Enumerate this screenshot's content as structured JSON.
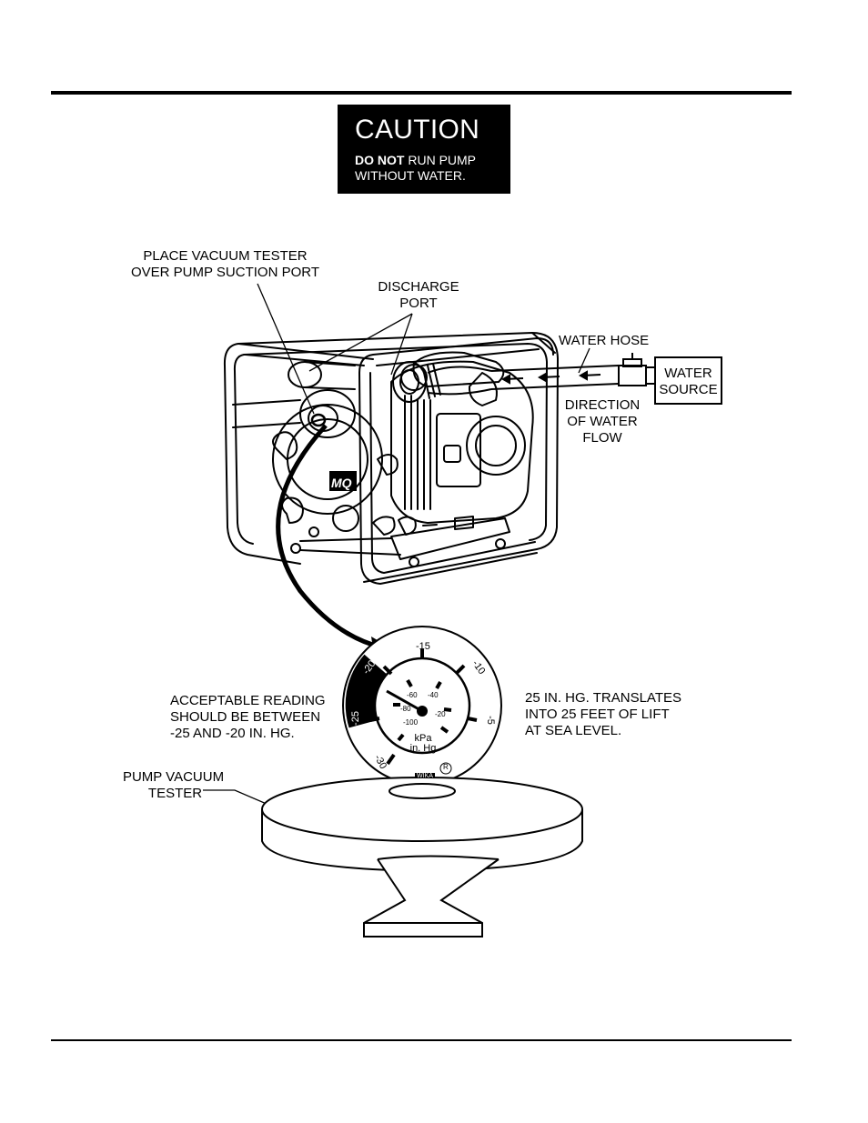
{
  "caution": {
    "title": "CAUTION",
    "bold": "DO NOT",
    "line1_rest": " RUN PUMP",
    "line2": "WITHOUT WATER."
  },
  "labels": {
    "vacuum_line1": "PLACE VACUUM TESTER",
    "vacuum_line2": "OVER PUMP SUCTION PORT",
    "discharge_line1": "DISCHARGE",
    "discharge_line2": "PORT",
    "water_hose": "WATER HOSE",
    "water_source_line1": "WATER",
    "water_source_line2": "SOURCE",
    "direction_line1": "DIRECTION",
    "direction_line2": "OF WATER",
    "direction_line3": "FLOW",
    "acceptable_line1": "ACCEPTABLE READING",
    "acceptable_line2": "SHOULD BE BETWEEN",
    "acceptable_line3": "-25 AND -20 IN. HG.",
    "lift_line1": "25 IN. HG. TRANSLATES",
    "lift_line2": "INTO 25 FEET OF LIFT",
    "lift_line3": "AT SEA LEVEL.",
    "tester_line1": "PUMP VACUUM",
    "tester_line2": "TESTER"
  },
  "gauge": {
    "outer_marks": [
      "-30",
      "-25",
      "-20",
      "-15",
      "-10",
      "-5"
    ],
    "inner_marks": [
      "-100",
      "-80",
      "-60",
      "-40",
      "-20"
    ],
    "unit_kpa": "kPa",
    "unit_inhg": "in. Hg",
    "brand": "WIKA",
    "registered": "R"
  },
  "logo_text": "MQ"
}
